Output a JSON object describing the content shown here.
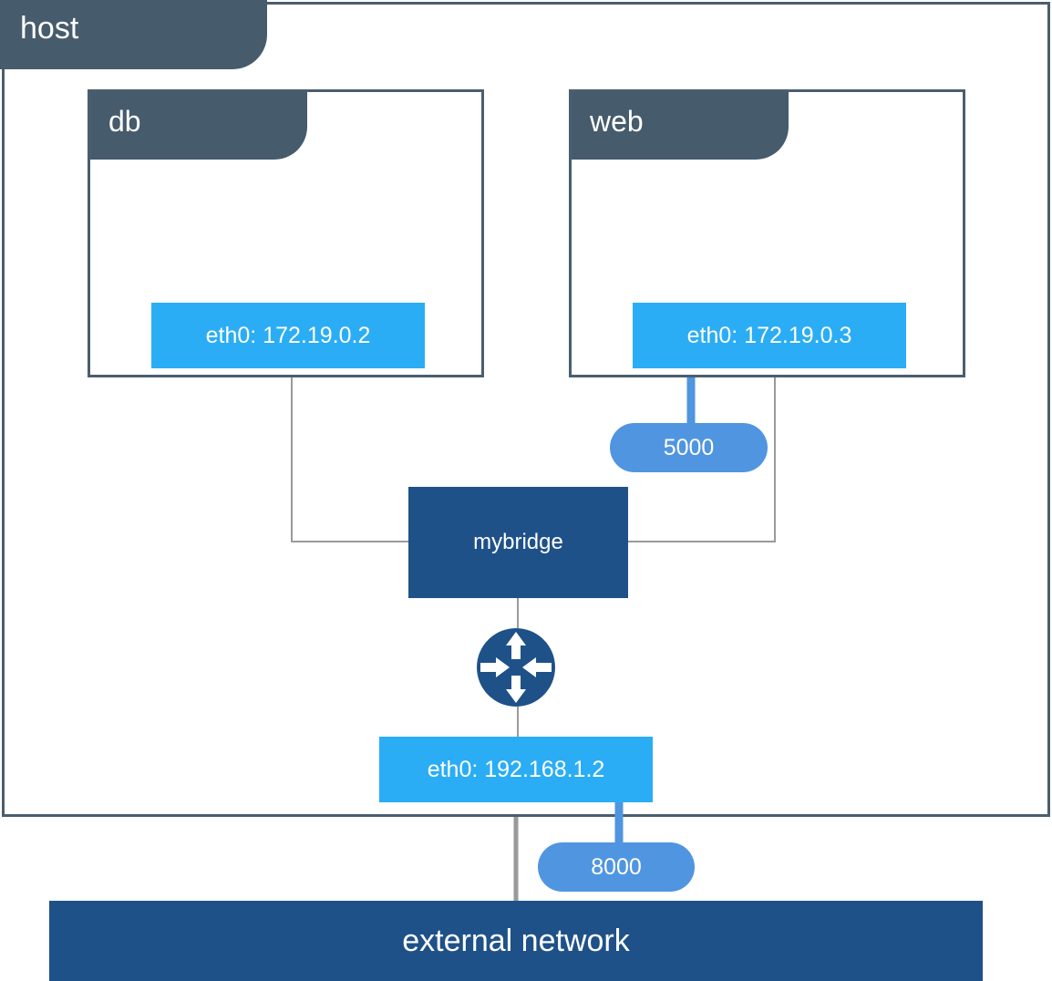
{
  "host": {
    "label": "host"
  },
  "containers": {
    "db": {
      "label": "db",
      "interface": "eth0: 172.19.0.2"
    },
    "web": {
      "label": "web",
      "interface": "eth0: 172.19.0.3",
      "port": "5000"
    }
  },
  "bridge": {
    "label": "mybridge"
  },
  "host_interface": {
    "label": "eth0: 192.168.1.2",
    "port": "8000"
  },
  "external": {
    "label": "external network"
  },
  "icons": {
    "router": "router-icon"
  },
  "colors": {
    "tab": "#465b6c",
    "interface": "#2aadf5",
    "port": "#5095e0",
    "bridge": "#1f5189",
    "wire": "#9a9a9a"
  }
}
